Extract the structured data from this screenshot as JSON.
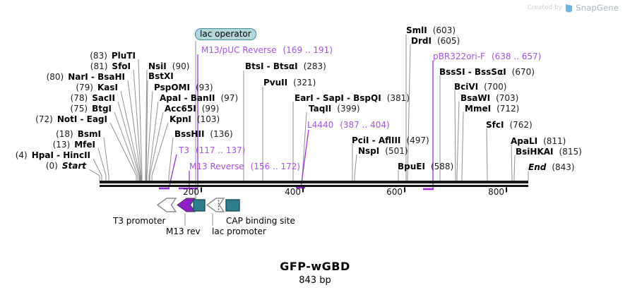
{
  "watermark": {
    "created_by": "Created by",
    "brand": "SnapGene"
  },
  "map": {
    "title": "GFP-wGBD",
    "length": "843 bp",
    "start_label": "Start",
    "end_label": "End"
  },
  "ruler": {
    "tick_200": "200",
    "tick_400": "400",
    "tick_600": "600",
    "tick_800": "800"
  },
  "colors": {
    "primer_purple": "#a852dd",
    "annotation_purple": "#9b2fd9",
    "arrow_purple": "#8e1fc9",
    "feature_teal": "#2f7d8e",
    "lac_operator_fill": "#b3d6dc",
    "connector_gray": "#909090"
  },
  "sites": {
    "start": {
      "pos": "(0)",
      "name": "Start"
    },
    "hpai": {
      "pos": "(4)",
      "name": "HpaI - HincII"
    },
    "mfei": {
      "pos": "(13)",
      "name": "MfeI"
    },
    "bsmi": {
      "pos": "(18)",
      "name": "BsmI"
    },
    "noti": {
      "pos": "(72)",
      "name": "NotI - EagI"
    },
    "btgi": {
      "pos": "(75)",
      "name": "BtgI"
    },
    "sacii": {
      "pos": "(78)",
      "name": "SacII"
    },
    "kasi": {
      "pos": "(79)",
      "name": "KasI"
    },
    "nari": {
      "pos": "(80)",
      "name": "NarI - BsaHI"
    },
    "sfoi": {
      "pos": "(81)",
      "name": "SfoI"
    },
    "pluti": {
      "pos": "(83)",
      "name": "PluTI"
    },
    "nsii": {
      "pos": "(90)",
      "name": "NsiI"
    },
    "bstxi": {
      "pos": "",
      "name": "BstXI"
    },
    "pspomi": {
      "pos": "(93)",
      "name": "PspOMI"
    },
    "apai": {
      "pos": "(97)",
      "name": "ApaI - BanII"
    },
    "acc65i": {
      "pos": "(99)",
      "name": "Acc65I"
    },
    "kpni": {
      "pos": "(103)",
      "name": "KpnI"
    },
    "bsshii": {
      "pos": "(136)",
      "name": "BssHII"
    },
    "btsi": {
      "pos": "(283)",
      "name": "BtsI - BtsαI"
    },
    "pvuii": {
      "pos": "(321)",
      "name": "PvuII"
    },
    "eari": {
      "pos": "(381)",
      "name": "EarI - SapI - BspQI"
    },
    "taqii": {
      "pos": "(399)",
      "name": "TaqII"
    },
    "pcii": {
      "pos": "(497)",
      "name": "PciI - AflIII"
    },
    "nspi": {
      "pos": "(501)",
      "name": "NspI"
    },
    "bpuei": {
      "pos": "(588)",
      "name": "BpuEI"
    },
    "smli": {
      "pos": "(603)",
      "name": "SmlI"
    },
    "drdi": {
      "pos": "(605)",
      "name": "DrdI"
    },
    "bsssi": {
      "pos": "(670)",
      "name": "BssSI - BssSαI"
    },
    "bcivi": {
      "pos": "(700)",
      "name": "BciVI"
    },
    "bsawi": {
      "pos": "(703)",
      "name": "BsaWI"
    },
    "mmei": {
      "pos": "(712)",
      "name": "MmeI"
    },
    "sfci": {
      "pos": "(762)",
      "name": "SfcI"
    },
    "apali": {
      "pos": "(811)",
      "name": "ApaLI"
    },
    "bsihkai": {
      "pos": "(815)",
      "name": "BsiHKAI"
    },
    "end": {
      "pos": "(843)",
      "name": "End"
    }
  },
  "primers": {
    "t3": {
      "name": "T3",
      "range": "(117 .. 137)"
    },
    "m13rev": {
      "name": "M13 Reverse",
      "range": "(156 .. 172)"
    },
    "m13puc": {
      "name": "M13/pUC Reverse",
      "range": "(169 .. 191)"
    },
    "l4440": {
      "name": "L4440",
      "range": "(387 .. 404)"
    },
    "pbr322": {
      "name": "pBR322ori-F",
      "range": "(638 .. 657)"
    }
  },
  "features": {
    "lac_operator": "lac operator",
    "t3_promoter": "T3 promoter",
    "m13_rev": "M13 rev",
    "lac_promoter": "lac promoter",
    "cap_binding_site": "CAP binding site"
  }
}
